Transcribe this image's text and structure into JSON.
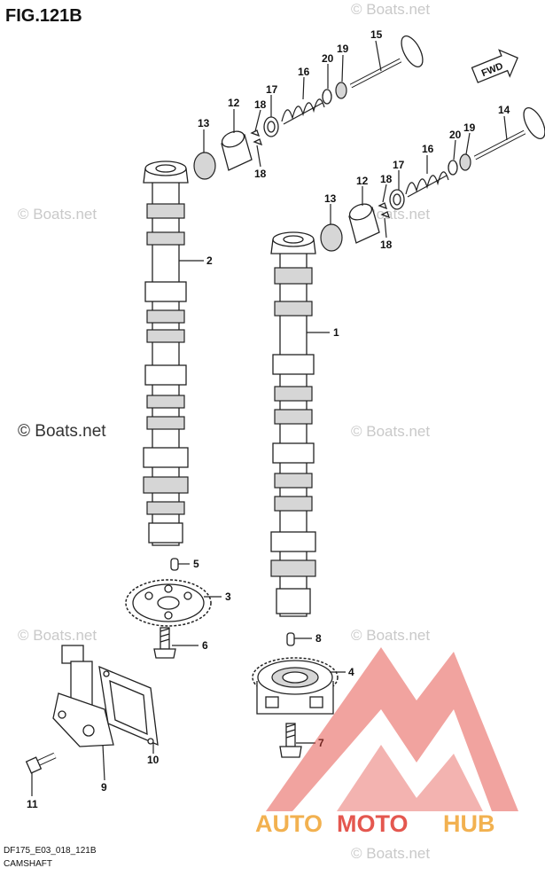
{
  "figure_title": "FIG.121B",
  "footer": {
    "code": "DF175_E03_018_121B",
    "caption": "CAMSHAFT"
  },
  "fwd_label": "FWD",
  "watermark": "© Boats.net",
  "logo_text": {
    "part1": "AUTO",
    "part2": "MOTO",
    "part3": "HUB"
  },
  "colors": {
    "logo_red": "#e03a31",
    "logo_orange": "#f0a432",
    "line": "#222222"
  },
  "callouts": {
    "c15": "15",
    "c20a": "20",
    "c19a": "19",
    "c16a": "16",
    "c17a": "17",
    "c12a": "12",
    "c18a": "18",
    "c13a": "13",
    "c18b": "18",
    "c14": "14",
    "c20b": "20",
    "c19b": "19",
    "c16b": "16",
    "c17b": "17",
    "c12b": "12",
    "c18c": "18",
    "c13b": "13",
    "c18d": "18",
    "c2": "2",
    "c1": "1",
    "c5": "5",
    "c3": "3",
    "c6": "6",
    "c8": "8",
    "c4": "4",
    "c7": "7",
    "c10": "10",
    "c9": "9",
    "c11": "11"
  }
}
